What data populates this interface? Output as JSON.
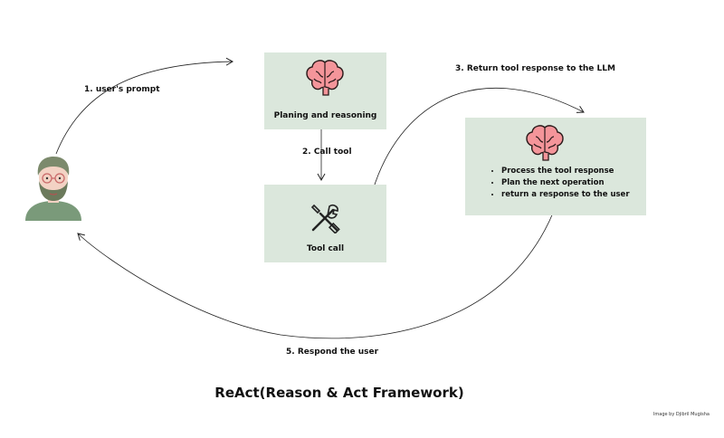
{
  "diagram": {
    "title": "ReAct(Reason & Act Framework)",
    "credit": "Image by Djibril Mugisha",
    "nodes": {
      "planning": {
        "label": "Planing and reasoning",
        "icon": "brain-icon"
      },
      "tool": {
        "label": "Tool call",
        "icon": "wrench-screwdriver-icon"
      },
      "process": {
        "icon": "brain-icon",
        "bullets": [
          "Process the tool response",
          "Plan the next operation",
          "return a response to the user"
        ]
      },
      "user": {
        "icon": "user-avatar-icon"
      }
    },
    "edges": {
      "prompt": "1. user's prompt",
      "call_tool": "2. Call tool",
      "return_response": "3. Return tool response to the LLM",
      "respond_user": "5. Respond the user"
    },
    "colors": {
      "box_fill": "#dbe7dc",
      "brain": "#f4959a",
      "avatar_shirt": "#7a9a7a",
      "avatar_skin": "#f3d2c4"
    }
  }
}
